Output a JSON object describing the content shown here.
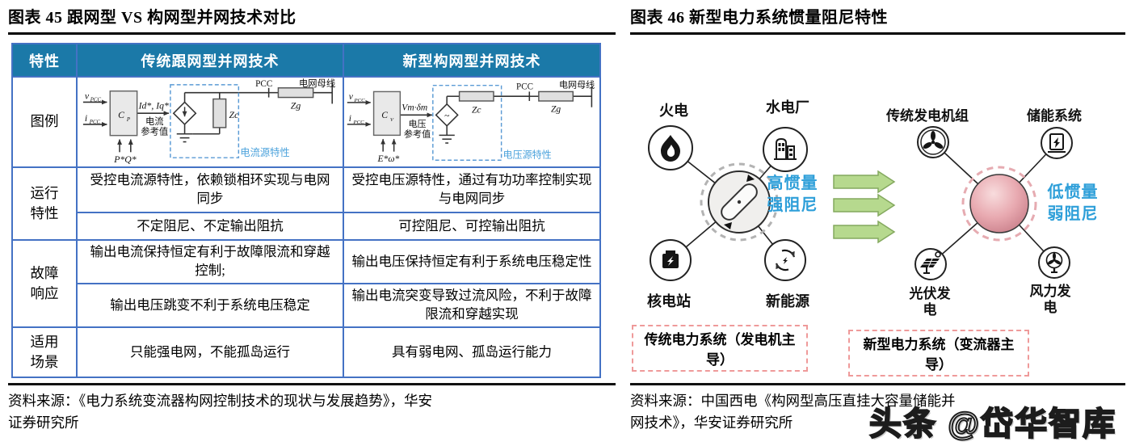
{
  "left_figure": {
    "title": "图表 45 跟网型 VS 构网型并网技术对比",
    "table": {
      "headers": {
        "feature": "特性",
        "gfl": "传统跟网型并网技术",
        "gfm": "新型构网型并网技术"
      },
      "row_labels": {
        "legend": "图例",
        "operation": "运行\n特性",
        "fault": "故障\n响应",
        "scenario": "适用\n场景"
      },
      "operation": {
        "gfl_sync": "受控电流源特性，依赖锁相环实现与电网同步",
        "gfm_sync": "受控电压源特性，通过有功功率控制实现与电网同步",
        "gfl_damping": "不定阻尼、不定输出阻抗",
        "gfm_damping": "可控阻尼、可控输出阻抗"
      },
      "fault": {
        "gfl_hold": "输出电流保持恒定有利于故障限流和穿越控制;",
        "gfm_hold": "输出电压保持恒定有利于系统电压稳定性",
        "gfl_risk": "输出电压跳变不利于系统电压稳定",
        "gfm_risk": "输出电流突变导致过流风险，不利于故障限流和穿越实现"
      },
      "scenario": {
        "gfl": "只能强电网，不能孤岛运行",
        "gfm": "具有弱电网、孤岛运行能力"
      }
    },
    "gfl_diagram": {
      "v_sym": "v",
      "v_sub": "PCC",
      "i_sym": "i",
      "i_sub": "PCC",
      "ctrl_sym": "C",
      "ctrl_sub": "P",
      "setpoints": "P*Q*",
      "ref_value": "Id*, Iq*",
      "ref_cn1": "电流",
      "ref_cn2": "参考值",
      "zc": "Zc",
      "zg": "Zg",
      "pcc": "PCC",
      "bus": "电网母线",
      "source_label": "电流源特性"
    },
    "gfm_diagram": {
      "v_sym": "v",
      "v_sub": "PCC",
      "i_sym": "i",
      "i_sub": "PCC",
      "ctrl_sym": "C",
      "ctrl_sub": "V",
      "setpoints": "E*ω*",
      "vsource_sym": "~",
      "ref_value": "Vm·δm",
      "ref_cn1": "电压",
      "ref_cn2": "参考值",
      "zc": "Zc",
      "zg": "Zg",
      "pcc": "PCC",
      "bus": "电网母线",
      "source_label": "电压源特性"
    },
    "source_line1": "资料来源：《电力系统变流器构网控制技术的现状与发展趋势》，华安",
    "source_line2": "证券研究所"
  },
  "right_figure": {
    "title": "图表 46 新型电力系统惯量阻尼特性",
    "traditional": {
      "thermal": "火电",
      "hydro": "水电厂",
      "nuclear": "核电站",
      "renewable": "新能源",
      "inertia": "高惯量",
      "damping": "强阻尼",
      "caption": "传统电力系统（发电机主导）"
    },
    "modern": {
      "generator": "传统发电机组",
      "storage": "储能系统",
      "pv_line1": "光伏发",
      "pv_line2": "电",
      "wind_line1": "风力发",
      "wind_line2": "电",
      "inertia": "低惯量",
      "damping": "弱阻尼",
      "caption": "新型电力系统（变流器主导）"
    },
    "source_line1": "资料来源：中国西电《构网型高压直挂大容量储能并",
    "source_line2": "网技术》，华安证券研究所",
    "watermark": "头条 @岱华智库"
  },
  "colors": {
    "table_border": "#4472c4",
    "header_bg": "#1b79a8",
    "header_text": "#ffffff",
    "highlight_blue": "#2e9fd9",
    "arrow_green": "#b6d98e",
    "caption_border": "#ef9a9a",
    "ball_pink": "#c97f8a",
    "dashed_box_blue": "#5b9bd5"
  }
}
